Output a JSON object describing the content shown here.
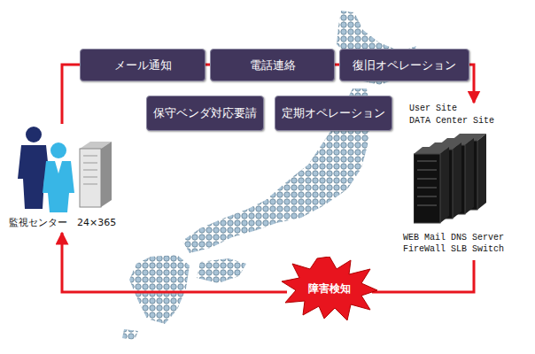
{
  "diagram": {
    "nodes": [
      {
        "text": [
          "メール通知"
        ]
      },
      {
        "text": [
          "電話連絡"
        ]
      },
      {
        "text": [
          "復旧オペレーション"
        ]
      },
      {
        "text": [
          "保守ベンダ対応要請"
        ]
      },
      {
        "text": [
          "定期オペレーション"
        ]
      },
      {
        "text": [
          "User Site",
          "DATA Center Site",
          "WEB Mail DNS Server FireWall SLB Switch"
        ]
      },
      {
        "text": [
          "監視センター　24×365"
        ]
      },
      {
        "text": [
          "障害検知"
        ]
      }
    ],
    "edges": [
      {
        "from": 6,
        "to": 5,
        "arrow": "to"
      },
      {
        "from": 5,
        "to": 7,
        "arrow": "none"
      },
      {
        "from": 7,
        "to": 6,
        "arrow": "to"
      }
    ]
  }
}
